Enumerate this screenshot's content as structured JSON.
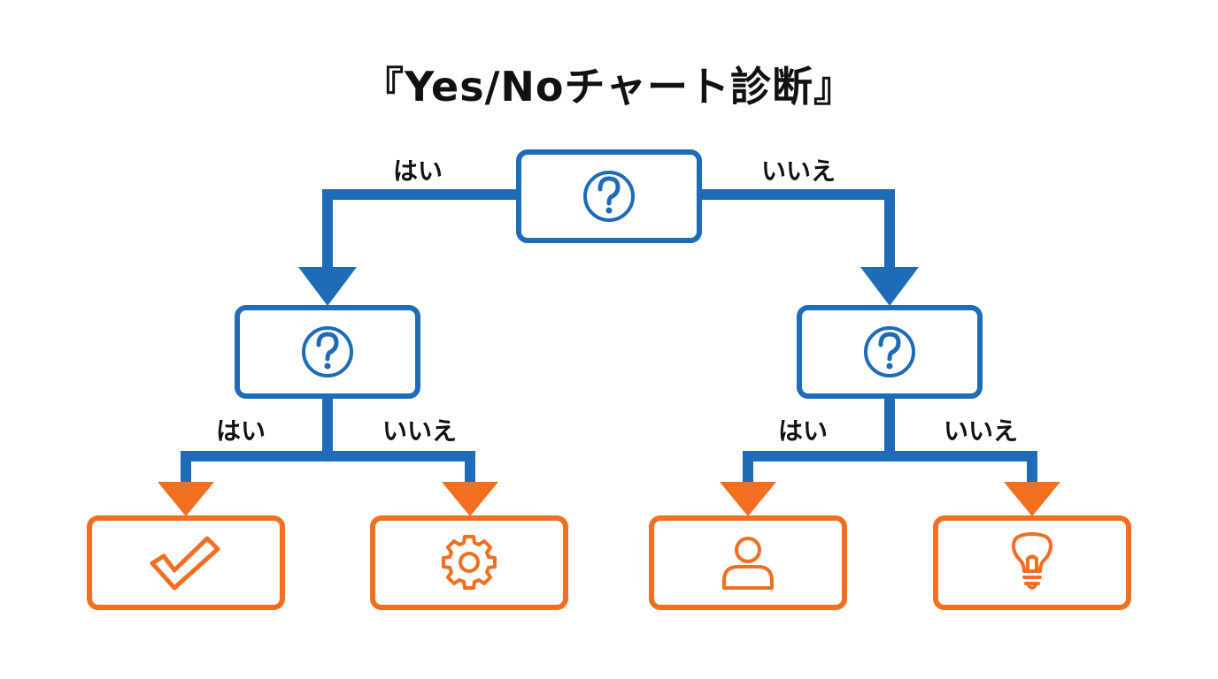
{
  "title": "『Yes/Noチャート診断』",
  "colors": {
    "question": "#1e6bb8",
    "result": "#f26f21",
    "text": "#111111",
    "background": "#ffffff"
  },
  "nodes": {
    "root": {
      "icon": "question-mark-icon"
    },
    "left_question": {
      "icon": "question-mark-icon"
    },
    "right_question": {
      "icon": "question-mark-icon"
    },
    "result_1": {
      "icon": "checkmark-icon"
    },
    "result_2": {
      "icon": "gear-icon"
    },
    "result_3": {
      "icon": "person-icon"
    },
    "result_4": {
      "icon": "lightbulb-icon"
    }
  },
  "edges": {
    "root_yes": "はい",
    "root_no": "いいえ",
    "left_yes": "はい",
    "left_no": "いいえ",
    "right_yes": "はい",
    "right_no": "いいえ"
  }
}
